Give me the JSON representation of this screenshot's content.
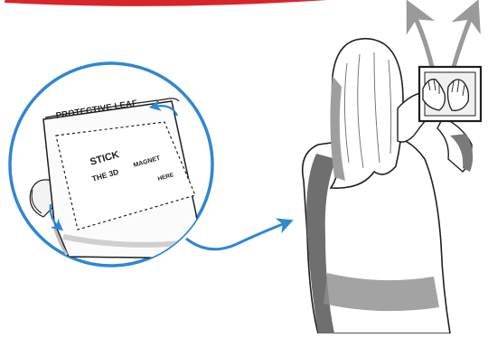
{
  "instruction": {
    "leaf_label": "PROTECTIVE LEAF",
    "stick_word": "STICK",
    "the_3d_word": "THE 3D",
    "magnet_word": "MAGNET",
    "here_word": "HERE"
  },
  "colors": {
    "accent_blue": "#2f86d3",
    "banner_red": "#d8252a",
    "ink": "#1e1e1e",
    "shade": "#6f6f6f"
  },
  "icons": [
    "peel-arrow-icon",
    "fold-arrow-icon",
    "connector-arrow-icon",
    "lift-arrow-icon"
  ]
}
